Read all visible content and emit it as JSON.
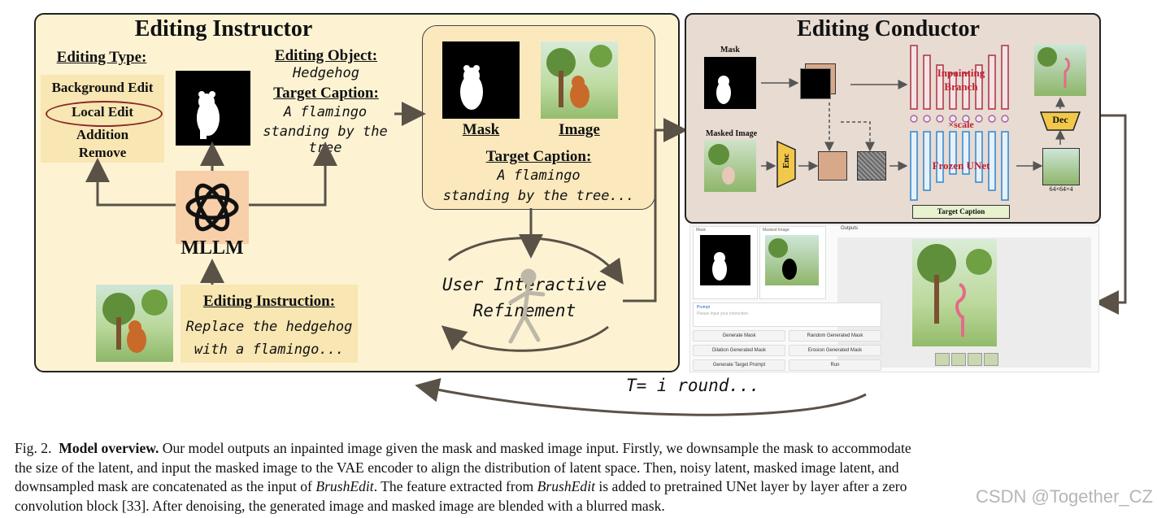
{
  "editing_instructor": {
    "title": "Editing Instructor",
    "editing_type_header": "Editing Type:",
    "types": [
      "Background Edit",
      "Local Edit",
      "Addition",
      "Remove"
    ],
    "editing_object_header": "Editing Object:",
    "editing_object_value": "Hedgehog",
    "target_caption_header": "Target Caption:",
    "target_caption_line1": "A flamingo",
    "target_caption_line2": "standing by the tree",
    "mllm_label": "MLLM",
    "instruction_header": "Editing Instruction:",
    "instruction_line1": "Replace the hedgehog",
    "instruction_line2": "with a flamingo..."
  },
  "mask_image_box": {
    "mask_label": "Mask",
    "image_label": "Image",
    "target_caption_header": "Target Caption:",
    "line1": "A flamingo",
    "line2": "standing by the tree..."
  },
  "refinement": {
    "line1": "User Interactive",
    "line2": "Refinement",
    "round_label": "T= i round..."
  },
  "editing_conductor": {
    "title": "Editing Conductor",
    "mask_label": "Mask",
    "masked_image_label": "Masked Image",
    "enc_label": "Enc",
    "dec_label": "Dec",
    "inpainting_branch_line1": "Inpainting",
    "inpainting_branch_line2": "Branch",
    "scale_label": "×scale",
    "frozen_unet_label": "Frozen UNet",
    "target_caption_label": "Target Caption",
    "latent_dims": "64×64×4"
  },
  "ui_screenshot": {
    "mask_tab": "Mask",
    "masked_image_tab": "Masked Image",
    "outputs_tab": "Outputs",
    "prompt_label": "Prompt",
    "prompt_placeholder": "Please input your instruction.",
    "buttons": [
      "Generate Mask",
      "Random Generated Mask",
      "Dilation Generated Mask",
      "Erosion Generated Mask",
      "Generate Target Prompt",
      "Run"
    ]
  },
  "figure_caption": {
    "prefix": "Fig. 2.",
    "bold": "Model overview.",
    "line1_rest": "Our model outputs an inpainted image given the mask and masked image input. Firstly, we downsample the mask to accommodate",
    "line2": "the size of the latent, and input the masked image to the VAE encoder to align the distribution of latent space. Then, noisy latent, masked image latent, and",
    "line3_a": "downsampled mask are concatenated as the input of",
    "line3_italic1": "BrushEdit",
    "line3_b": ". The feature extracted from",
    "line3_italic2": "BrushEdit",
    "line3_c": "is added to pretrained UNet layer by layer after a zero",
    "line4": "convolution block [33]. After denoising, the generated image and masked image are blended with a blurred mask."
  },
  "watermark": "CSDN @Together_CZ",
  "colors": {
    "left_panel_bg": "#fdf3d3",
    "right_panel_bg": "#e7dbd2",
    "mllm_box": "#f7cfa8",
    "inpainting_branch": "#b23a48",
    "frozen_unet": "#3a8ccf",
    "arrow": "#5a5247"
  }
}
